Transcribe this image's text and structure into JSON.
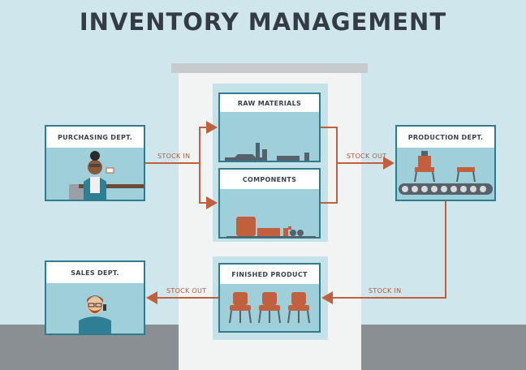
{
  "title": "INVENTORY MANAGEMENT",
  "boxes": {
    "purchasing": "PURCHASING DEPT.",
    "production": "PRODUCTION DEPT.",
    "sales": "SALES DEPT.",
    "raw_materials": "RAW MATERIALS",
    "components": "COMPONENTS",
    "finished_product": "FINISHED PRODUCT"
  },
  "flows": {
    "purchasing_to_warehouse": "STOCK IN",
    "warehouse_to_production": "STOCK OUT",
    "production_to_warehouse": "STOCK IN",
    "warehouse_to_sales": "STOCK OUT"
  },
  "colors": {
    "background": "#cfe6ed",
    "box_border": "#2f7c8f",
    "box_fill": "#9fd0da",
    "arrow": "#c0603e",
    "floor": "#8a8f94"
  }
}
